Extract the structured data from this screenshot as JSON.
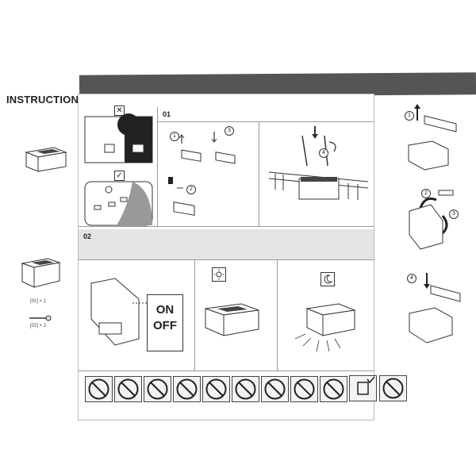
{
  "header": {
    "title": "INSTRUCTIONS"
  },
  "steps": {
    "step1": "01",
    "step2": "02"
  },
  "switch": {
    "on": "ON",
    "off": "OFF"
  },
  "parts": {
    "light_qty": "[01] × 1",
    "screw_qty": "[02] × 2"
  },
  "marks": {
    "wrong": "✕",
    "right": "✓"
  },
  "callouts": [
    "1",
    "2",
    "3",
    "4"
  ],
  "icons": {
    "day": "sun-icon",
    "night": "moon-icon"
  },
  "warnings": [
    "no-dismantle",
    "no-wash",
    "no-pressure",
    "no-disassemble",
    "no-children",
    "no-water-jet",
    "no-shoes",
    "no-cleaning",
    "no-extreme-weather",
    "install-correct",
    "no-rain-cover"
  ]
}
